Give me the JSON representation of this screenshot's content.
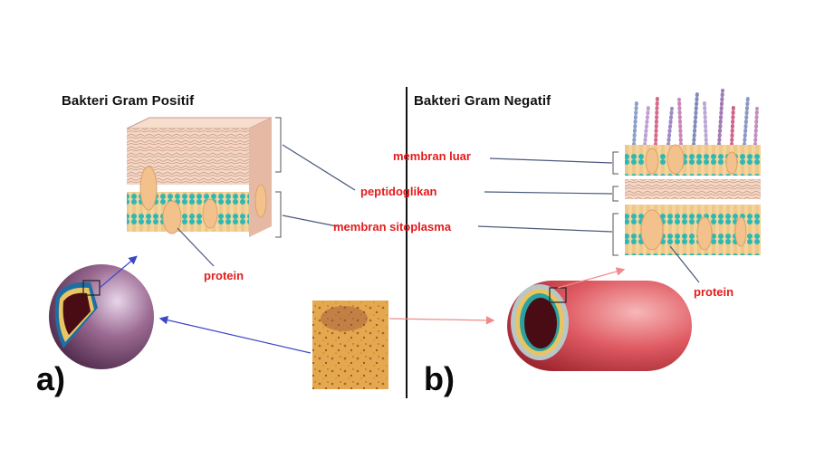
{
  "titles": {
    "left": "Bakteri Gram Positif",
    "right": "Bakteri Gram Negatif"
  },
  "labels": {
    "outer_membrane": "membran luar",
    "peptidoglycan": "peptidoglikan",
    "cytoplasmic_membrane": "membran sitoplasma",
    "protein_left": "protein",
    "protein_right": "protein"
  },
  "panels": {
    "a": "a)",
    "b": "b)"
  },
  "colors": {
    "label_red": "#e41b1b",
    "gram_positive_cell": "#7a4a72",
    "gram_negative_cell": "#d9535a",
    "membrane_teal": "#2fb7b2",
    "membrane_tan": "#f1c48a",
    "wall_pink": "#efc7b4",
    "connector_line": "#4a5a7a",
    "arrow_blue": "#3b49c7",
    "arrow_red": "#f08a8a"
  }
}
